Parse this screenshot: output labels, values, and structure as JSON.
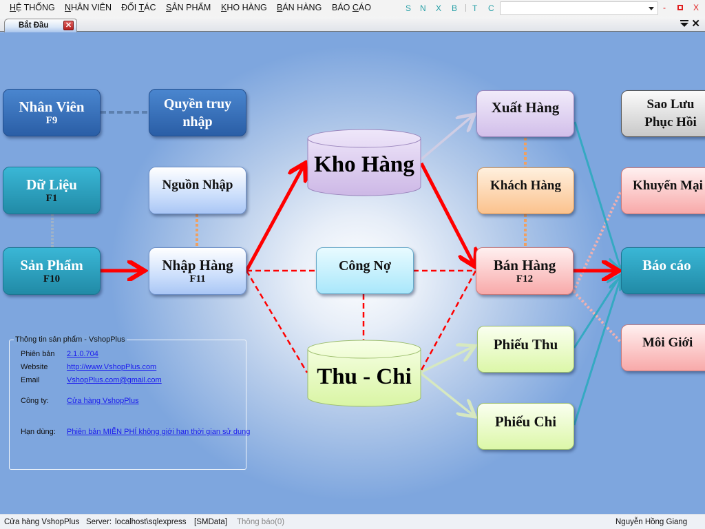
{
  "menubar": {
    "items": [
      {
        "label": "HỆ THỐNG",
        "mnemonic": "H"
      },
      {
        "label": "NHÂN VIÊN",
        "mnemonic": "N"
      },
      {
        "label": "ĐỐI TÁC",
        "mnemonic": "T"
      },
      {
        "label": "SẢN PHẨM",
        "mnemonic": "S"
      },
      {
        "label": "KHO HÀNG",
        "mnemonic": "K"
      },
      {
        "label": "BÁN HÀNG",
        "mnemonic": "B"
      },
      {
        "label": "BÁO CÁO",
        "mnemonic": "C"
      }
    ],
    "quick_buttons": [
      "S",
      "N",
      "X",
      "B",
      "T",
      "C"
    ],
    "combo_value": "",
    "window_buttons": {
      "minimize": "-",
      "maximize": "▫",
      "close": "X"
    }
  },
  "tabs": {
    "active_label": "Bắt Đầu",
    "close_icon": "✕",
    "menu_icon": "⯆",
    "close_all_icon": "✕"
  },
  "diagram": {
    "nodes": {
      "nhan_vien": {
        "title": "Nhân Viên",
        "key": "F9"
      },
      "quyen_truy_nhap": {
        "title": "Quyền truy nhập"
      },
      "du_lieu": {
        "title": "Dữ Liệu",
        "key": "F1"
      },
      "nguon_nhap": {
        "title": "Nguồn Nhập"
      },
      "san_pham": {
        "title": "Sản Phẩm",
        "key": "F10"
      },
      "nhap_hang": {
        "title": "Nhập Hàng",
        "key": "F11"
      },
      "kho_hang": {
        "title": "Kho Hàng"
      },
      "cong_no": {
        "title": "Công Nợ"
      },
      "thu_chi": {
        "title": "Thu - Chi"
      },
      "xuat_hang": {
        "title": "Xuất Hàng"
      },
      "khach_hang": {
        "title": "Khách Hàng"
      },
      "ban_hang": {
        "title": "Bán Hàng",
        "key": "F12"
      },
      "phieu_thu": {
        "title": "Phiếu Thu"
      },
      "phieu_chi": {
        "title": "Phiếu Chi"
      },
      "sao_luu": {
        "title": "Sao Lưu Phục Hồi"
      },
      "khuyen_mai": {
        "title": "Khuyến Mại"
      },
      "bao_cao": {
        "title": "Báo cáo"
      },
      "moi_gioi": {
        "title": "Môi Giới"
      }
    },
    "colors": {
      "flow_arrow": "#ff0000",
      "secondary_arrow": "#c9c9e0",
      "green_arrow": "#d6e8c0",
      "report_link": "#35a9c2",
      "customer_link": "#f0a060",
      "staff_link": "#5c7fae",
      "promo_link": "#f0b0b0"
    }
  },
  "product_info": {
    "title": "Thông tin sản phẩm - VshopPlus",
    "rows": [
      {
        "label": "Phiên bản",
        "value": "2.1.0.704"
      },
      {
        "label": "Website",
        "value": "http://www.VshopPlus.com"
      },
      {
        "label": "Email",
        "value": "VshopPlus.com@gmail.com"
      },
      {
        "label": "Công ty:",
        "value": "Cửa hàng VshopPlus"
      },
      {
        "label": "Hạn dùng:",
        "value": "Phiên bản MIỄN PHÍ không giới han thời gian sử dung"
      }
    ]
  },
  "statusbar": {
    "store": "Cửa hàng VshopPlus",
    "server_label": "Server:",
    "server": "localhost\\sqlexpress",
    "database": "[SMData]",
    "notifications": "Thông báo(0)",
    "user": "Nguyễn Hồng Giang"
  }
}
